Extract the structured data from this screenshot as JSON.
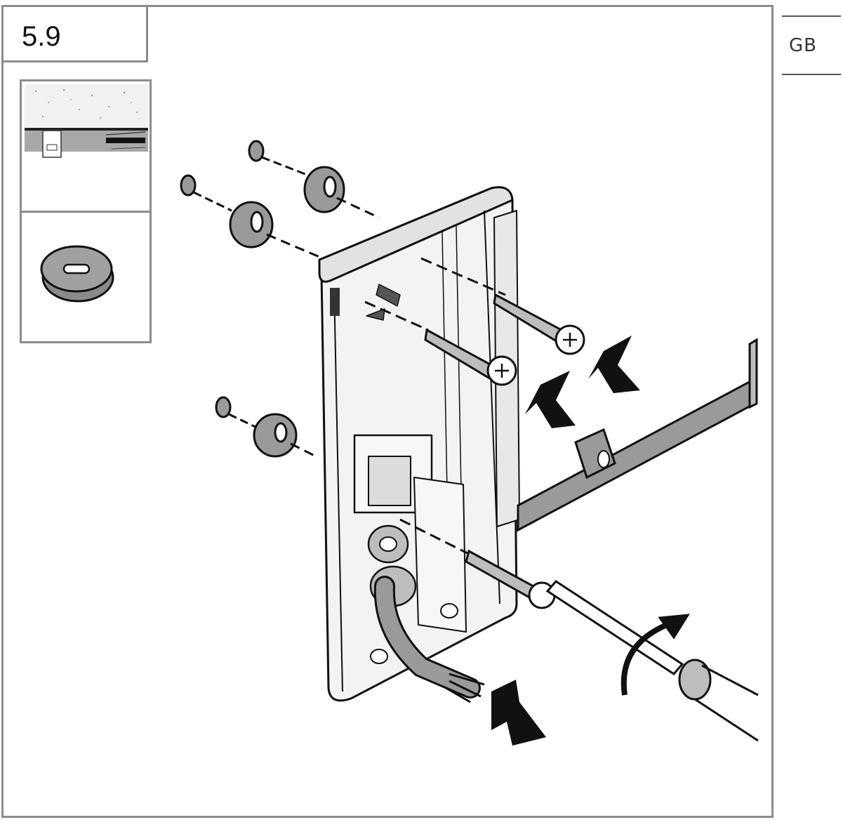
{
  "step": {
    "number": "5.9"
  },
  "language": {
    "code": "GB"
  },
  "icons": {
    "inset_top": "wall-section-detail-icon",
    "inset_bottom": "grommet-detail-icon",
    "main": "wall-mount-assembly-illustration"
  },
  "colors": {
    "frame": "#8c8c8c",
    "illustration_gray": "#9a9a9a",
    "ink": "#111111"
  }
}
